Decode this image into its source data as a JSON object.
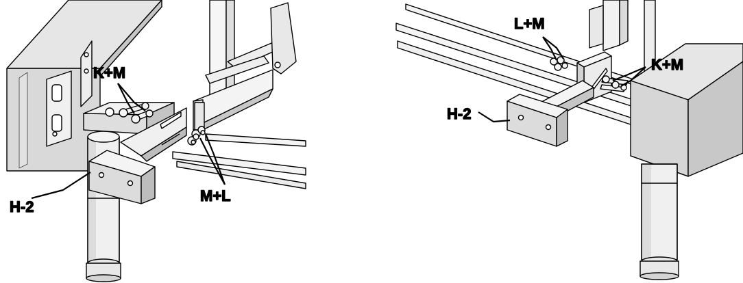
{
  "left_view": {
    "label_top": "K+M",
    "label_right": "M+L",
    "label_part": "H-2"
  },
  "right_view": {
    "label_top": "L+M",
    "label_right": "K+M",
    "label_part": "H-2"
  },
  "colors": {
    "line": "#000000",
    "face_light": "#f2f2f2",
    "face_mid": "#dcdcdc",
    "face_dark": "#bdbdbd",
    "background": "#ffffff"
  }
}
